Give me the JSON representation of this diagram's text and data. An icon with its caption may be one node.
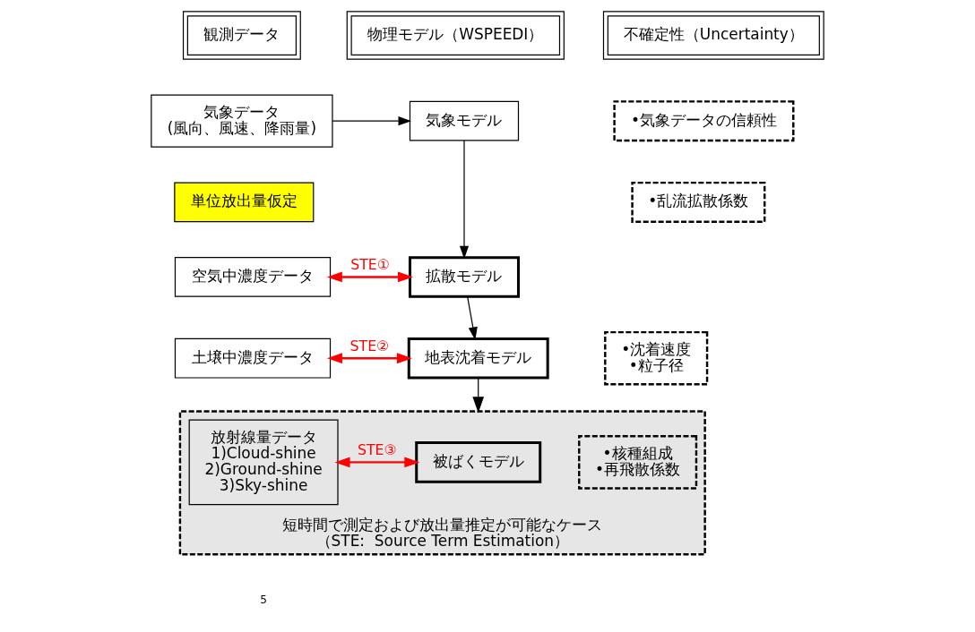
{
  "diagram": {
    "nodes": [
      {
        "text": [
          "観測データ"
        ]
      },
      {
        "text": [
          "物理モデル（WSPEEDI）"
        ]
      },
      {
        "text": [
          "不確定性（Uncertainty）"
        ]
      },
      {
        "text": [
          "気象データ",
          "(風向、風速、降雨量)"
        ]
      },
      {
        "text": [
          "気象モデル"
        ]
      },
      {
        "text": [
          "•気象データの信頼性"
        ]
      },
      {
        "text": [
          "単位放出量仮定"
        ]
      },
      {
        "text": [
          "•乱流拡散係数"
        ]
      },
      {
        "text": [
          "空気中濃度データ"
        ]
      },
      {
        "text": [
          "拡散モデル"
        ]
      },
      {
        "text": [
          "土壌中濃度データ"
        ]
      },
      {
        "text": [
          "地表沈着モデル"
        ]
      },
      {
        "text": [
          "•沈着速度",
          "•粒子径"
        ]
      },
      {
        "text": [
          "短時間で測定および放出量推定が可能なケース",
          "（STE:  Source Term Estimation）"
        ]
      },
      {
        "text": [
          "放射線量データ",
          "1)Cloud-shine",
          "2)Ground-shine",
          "3)Sky-shine"
        ],
        "in": 13
      },
      {
        "text": [
          "被ばくモデル"
        ],
        "in": 13
      },
      {
        "text": [
          "•核種組成",
          "•再飛散係数"
        ],
        "in": 13
      }
    ],
    "edges": [
      {
        "from": 3,
        "to": 4,
        "arrow": "to"
      },
      {
        "from": 4,
        "to": 9,
        "arrow": "to"
      },
      {
        "from": 8,
        "to": 9,
        "arrow": "both",
        "label": "STE①",
        "color": "#ff0000"
      },
      {
        "from": 9,
        "to": 11,
        "arrow": "to"
      },
      {
        "from": 10,
        "to": 11,
        "arrow": "both",
        "label": "STE②",
        "color": "#ff0000"
      },
      {
        "from": 11,
        "to": 13,
        "arrow": "to"
      },
      {
        "from": 14,
        "to": 15,
        "arrow": "both",
        "label": "STE③",
        "color": "#ff0000"
      }
    ],
    "labels": [
      "5"
    ]
  }
}
